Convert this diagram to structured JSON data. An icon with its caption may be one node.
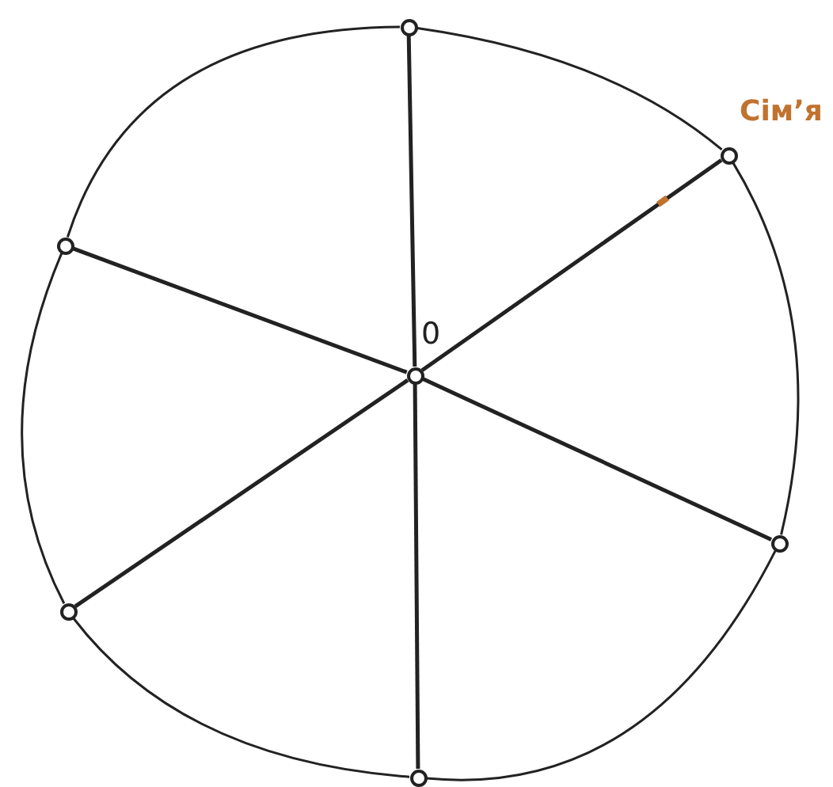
{
  "diagram": {
    "nodes": [
      {
        "text": [],
        "shape": "circle",
        "beside": [
          "0"
        ]
      },
      {
        "text": [],
        "shape": "circle"
      },
      {
        "text": [],
        "shape": "circle",
        "beside": [
          "Сім’я"
        ]
      },
      {
        "text": [],
        "shape": "circle"
      },
      {
        "text": [],
        "shape": "circle"
      },
      {
        "text": [],
        "shape": "circle"
      },
      {
        "text": [],
        "shape": "circle"
      }
    ],
    "edges": [
      {
        "from": 0,
        "to": 1,
        "arrow": "none"
      },
      {
        "from": 0,
        "to": 2,
        "arrow": "none"
      },
      {
        "from": 0,
        "to": 3,
        "arrow": "none"
      },
      {
        "from": 0,
        "to": 4,
        "arrow": "none"
      },
      {
        "from": 0,
        "to": 5,
        "arrow": "none"
      },
      {
        "from": 0,
        "to": 6,
        "arrow": "none"
      },
      {
        "from": 1,
        "to": 2,
        "arrow": "none"
      },
      {
        "from": 2,
        "to": 3,
        "arrow": "none"
      },
      {
        "from": 3,
        "to": 4,
        "arrow": "none"
      },
      {
        "from": 4,
        "to": 5,
        "arrow": "none"
      },
      {
        "from": 5,
        "to": 6,
        "arrow": "none"
      },
      {
        "from": 6,
        "to": 1,
        "arrow": "none"
      }
    ]
  }
}
